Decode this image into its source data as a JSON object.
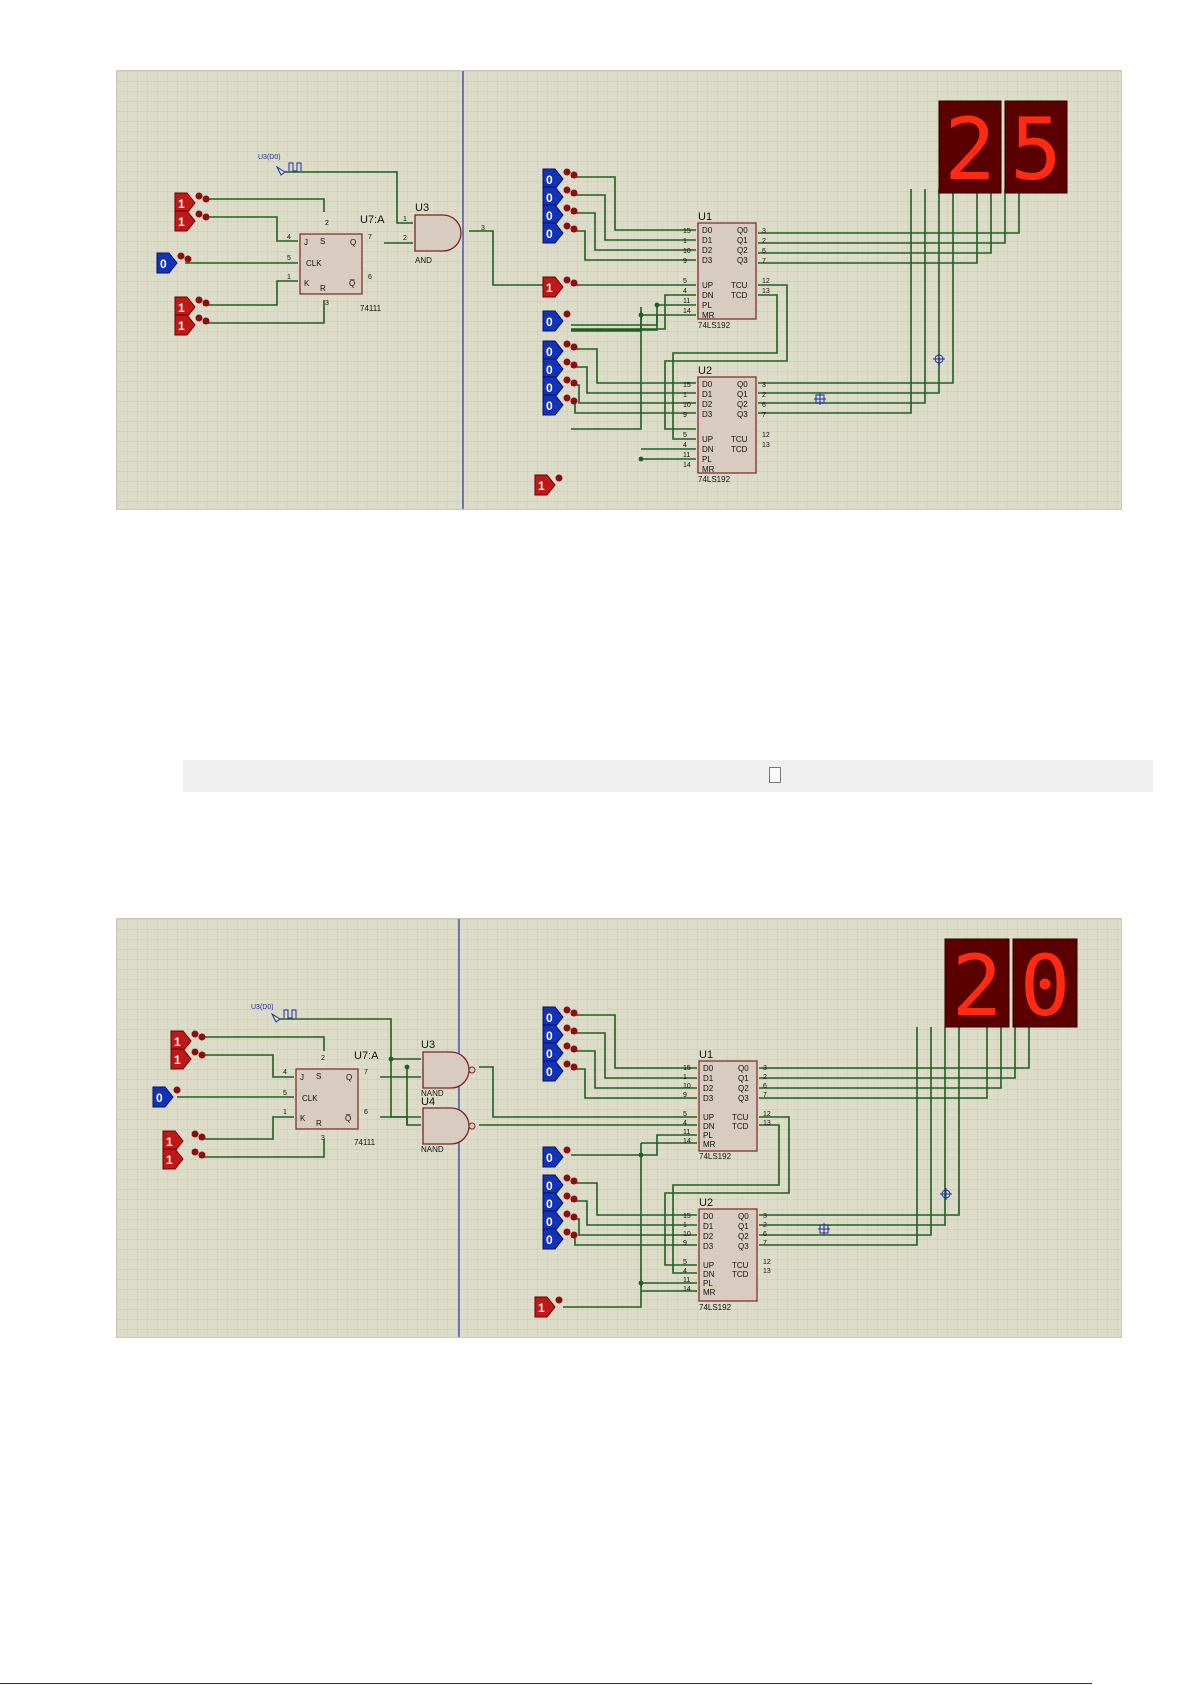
{
  "colors": {
    "grid_bg": "#dcdcc8",
    "grid_line": "#c4c4b2",
    "wire": "#1f5f1f",
    "ic_fill": "#d8cbbf",
    "ic_stroke": "#7a2525",
    "logic_high": "#c01818",
    "logic_low": "#1232b8",
    "display_bg": "#5a0000",
    "segment_on": "#ff2a12",
    "segment_off": "#7a0a0a"
  },
  "icons": {
    "logic_state": "logic-state-icon",
    "seven_segment": "seven-segment-display-icon",
    "clock_probe": "clock-generator-icon",
    "crosshair": "crosshair-icon",
    "scroll_handle": "scroll-handle-icon"
  },
  "schematic_1": {
    "clock_label": "U3(D0)",
    "flipflop": {
      "ref": "U7:A",
      "part": "74111",
      "pins": {
        "J": "J",
        "CLK": "CLK",
        "K": "K",
        "Q": "Q",
        "QN": "Q̅",
        "S": "S",
        "R": "R"
      }
    },
    "ff_pin_nums": {
      "j": "4",
      "clk": "5",
      "k": "1",
      "q": "7",
      "qn": "6",
      "s": "2",
      "r": "3"
    },
    "gate": {
      "ref": "U3",
      "type": "AND",
      "in1": "1",
      "in2": "2",
      "out": "3"
    },
    "jk_inputs": [
      "1",
      "1",
      "1",
      "1"
    ],
    "clk_input": "0",
    "u1": {
      "ref": "U1",
      "part": "74LS192"
    },
    "u2": {
      "ref": "U2",
      "part": "74LS192"
    },
    "u1_data_inputs": [
      "0",
      "0",
      "0",
      "0"
    ],
    "u2_data_inputs": [
      "0",
      "0",
      "0",
      "0"
    ],
    "u1_up_input": "1",
    "u1_mr_input": "0",
    "u2_mr_input": "1",
    "display_digits": [
      "2",
      "5"
    ]
  },
  "schematic_2": {
    "clock_label": "U3(D0)",
    "flipflop": {
      "ref": "U7:A",
      "part": "74111",
      "pins": {
        "J": "J",
        "CLK": "CLK",
        "K": "K",
        "Q": "Q",
        "QN": "Q̅",
        "S": "S",
        "R": "R"
      }
    },
    "ff_pin_nums": {
      "j": "4",
      "clk": "5",
      "k": "1",
      "q": "7",
      "qn": "6",
      "s": "2",
      "r": "3"
    },
    "gate1": {
      "ref": "U3",
      "type": "NAND"
    },
    "gate2": {
      "ref": "U4",
      "type": "NAND"
    },
    "jk_inputs": [
      "1",
      "1",
      "1",
      "1"
    ],
    "clk_input": "0",
    "u1": {
      "ref": "U1",
      "part": "74LS192"
    },
    "u2": {
      "ref": "U2",
      "part": "74LS192"
    },
    "u1_data_inputs": [
      "0",
      "0",
      "0",
      "0"
    ],
    "u2_data_inputs": [
      "0",
      "0",
      "0",
      "0"
    ],
    "u1_mr_input": "0",
    "u2_mr_input": "1",
    "display_digits": [
      "2",
      "0"
    ]
  },
  "counter_pins": {
    "left_names": [
      "D0",
      "D1",
      "D2",
      "D3",
      "UP",
      "DN",
      "PL",
      "MR"
    ],
    "left_nums": [
      "15",
      "1",
      "10",
      "9",
      "5",
      "4",
      "11",
      "14"
    ],
    "right_names": [
      "Q0",
      "Q1",
      "Q2",
      "Q3",
      "TCU",
      "TCD"
    ],
    "right_nums": [
      "3",
      "2",
      "6",
      "7",
      "12",
      "13"
    ]
  }
}
